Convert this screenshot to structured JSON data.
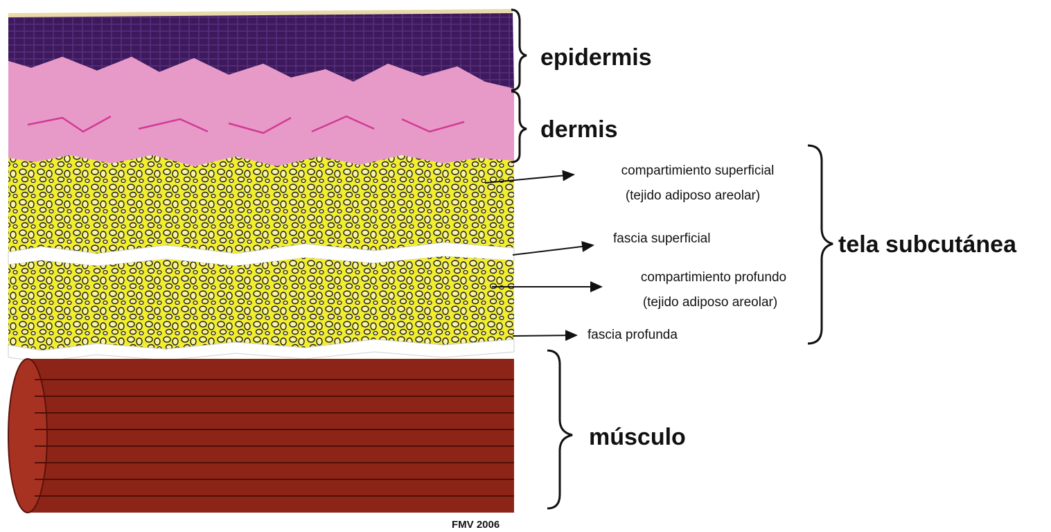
{
  "layers": {
    "epidermis": "epidermis",
    "dermis": "dermis",
    "subcutaneous": "tela subcutánea",
    "muscle": "músculo"
  },
  "subcutaneous_parts": {
    "superficial_compartment": "compartimiento superficial",
    "superficial_compartment_note": "(tejido adiposo areolar)",
    "superficial_fascia": "fascia superficial",
    "deep_compartment": "compartimiento profundo",
    "deep_compartment_note": "(tejido adiposo areolar)",
    "deep_fascia": "fascia profunda"
  },
  "credit": "FMV 2006",
  "colors": {
    "epidermis": "#3d1a5c",
    "dermis": "#e79ac8",
    "fat": "#f2ee2e",
    "fascia": "#ffffff",
    "muscle": "#8c2418"
  }
}
